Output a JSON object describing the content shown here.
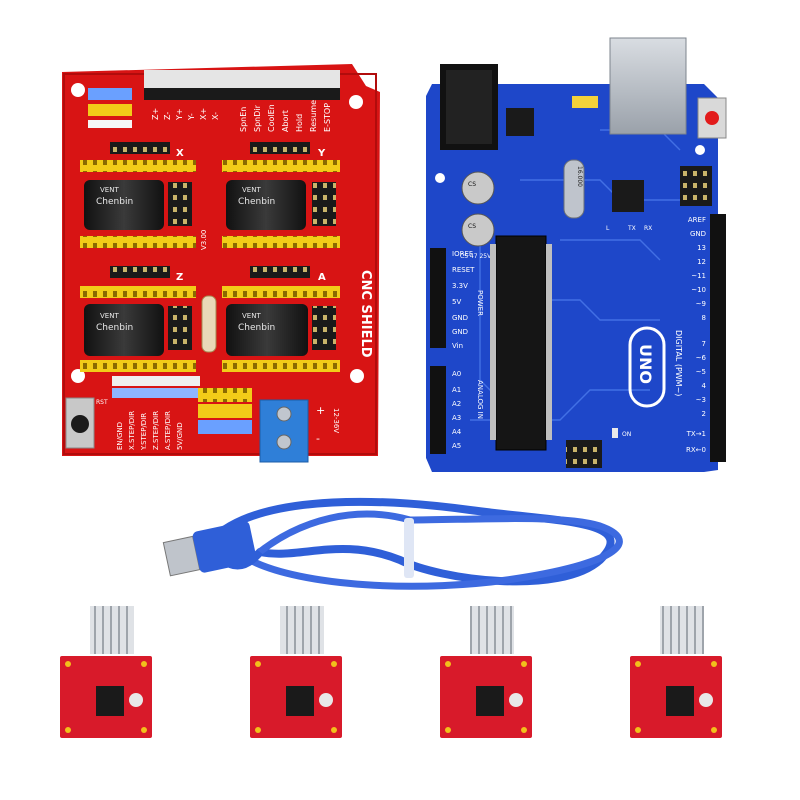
{
  "shield": {
    "title": "CNC SHIELD",
    "version": "V3.00",
    "driver_cap_brand": "Chenbin",
    "driver_cap_label": "VENT",
    "top_pins": [
      "SpnEn",
      "SpnDir",
      "CoolEn",
      "Abort",
      "Hold",
      "Resume",
      "E-STOP"
    ],
    "limit_labels": [
      "Z+",
      "Z-",
      "Y+",
      "Y-",
      "X+",
      "X-"
    ],
    "left_pins": [
      "EN/GND",
      "X.STEP/DIR",
      "Y.STEP/DIR",
      "Z.STEP/DIR",
      "A.STEP/DIR",
      "5V/GND"
    ],
    "reset_label": "RST",
    "power_label": "12-36V",
    "plus": "+",
    "minus": "-",
    "axis_markers": [
      "X",
      "Y",
      "Z",
      "A"
    ],
    "colors": {
      "board": "#d81414",
      "header_yellow": "#f2cc18",
      "header_black": "#1a1a1a"
    }
  },
  "uno": {
    "logo": "UNO",
    "digital_label": "DIGITAL (PWM~)",
    "power_label": "POWER",
    "analog_label": "ANALOG IN",
    "power_pins": [
      "IOREF",
      "RESET",
      "3.3V",
      "5V",
      "GND",
      "GND",
      "Vin"
    ],
    "analog_pins": [
      "A0",
      "A1",
      "A2",
      "A3",
      "A4",
      "A5"
    ],
    "digital_pins": [
      "AREF",
      "GND",
      "13",
      "12",
      "~11",
      "~10",
      "~9",
      "8",
      "7",
      "~6",
      "~5",
      "4",
      "~3",
      "2",
      "TX→1",
      "RX←0"
    ],
    "crystal": "16.000",
    "cap_label": "CS 47 25V",
    "on_label": "ON",
    "tx_label": "TX",
    "rx_label": "RX",
    "l_label": "L",
    "colors": {
      "board": "#1e47c9",
      "trace": "#3d6ae0"
    }
  },
  "cable": {
    "type": "usb-a-to-b",
    "color": "#2f5fd8"
  },
  "drivers": {
    "count": 4,
    "color": "#d81a2a"
  }
}
